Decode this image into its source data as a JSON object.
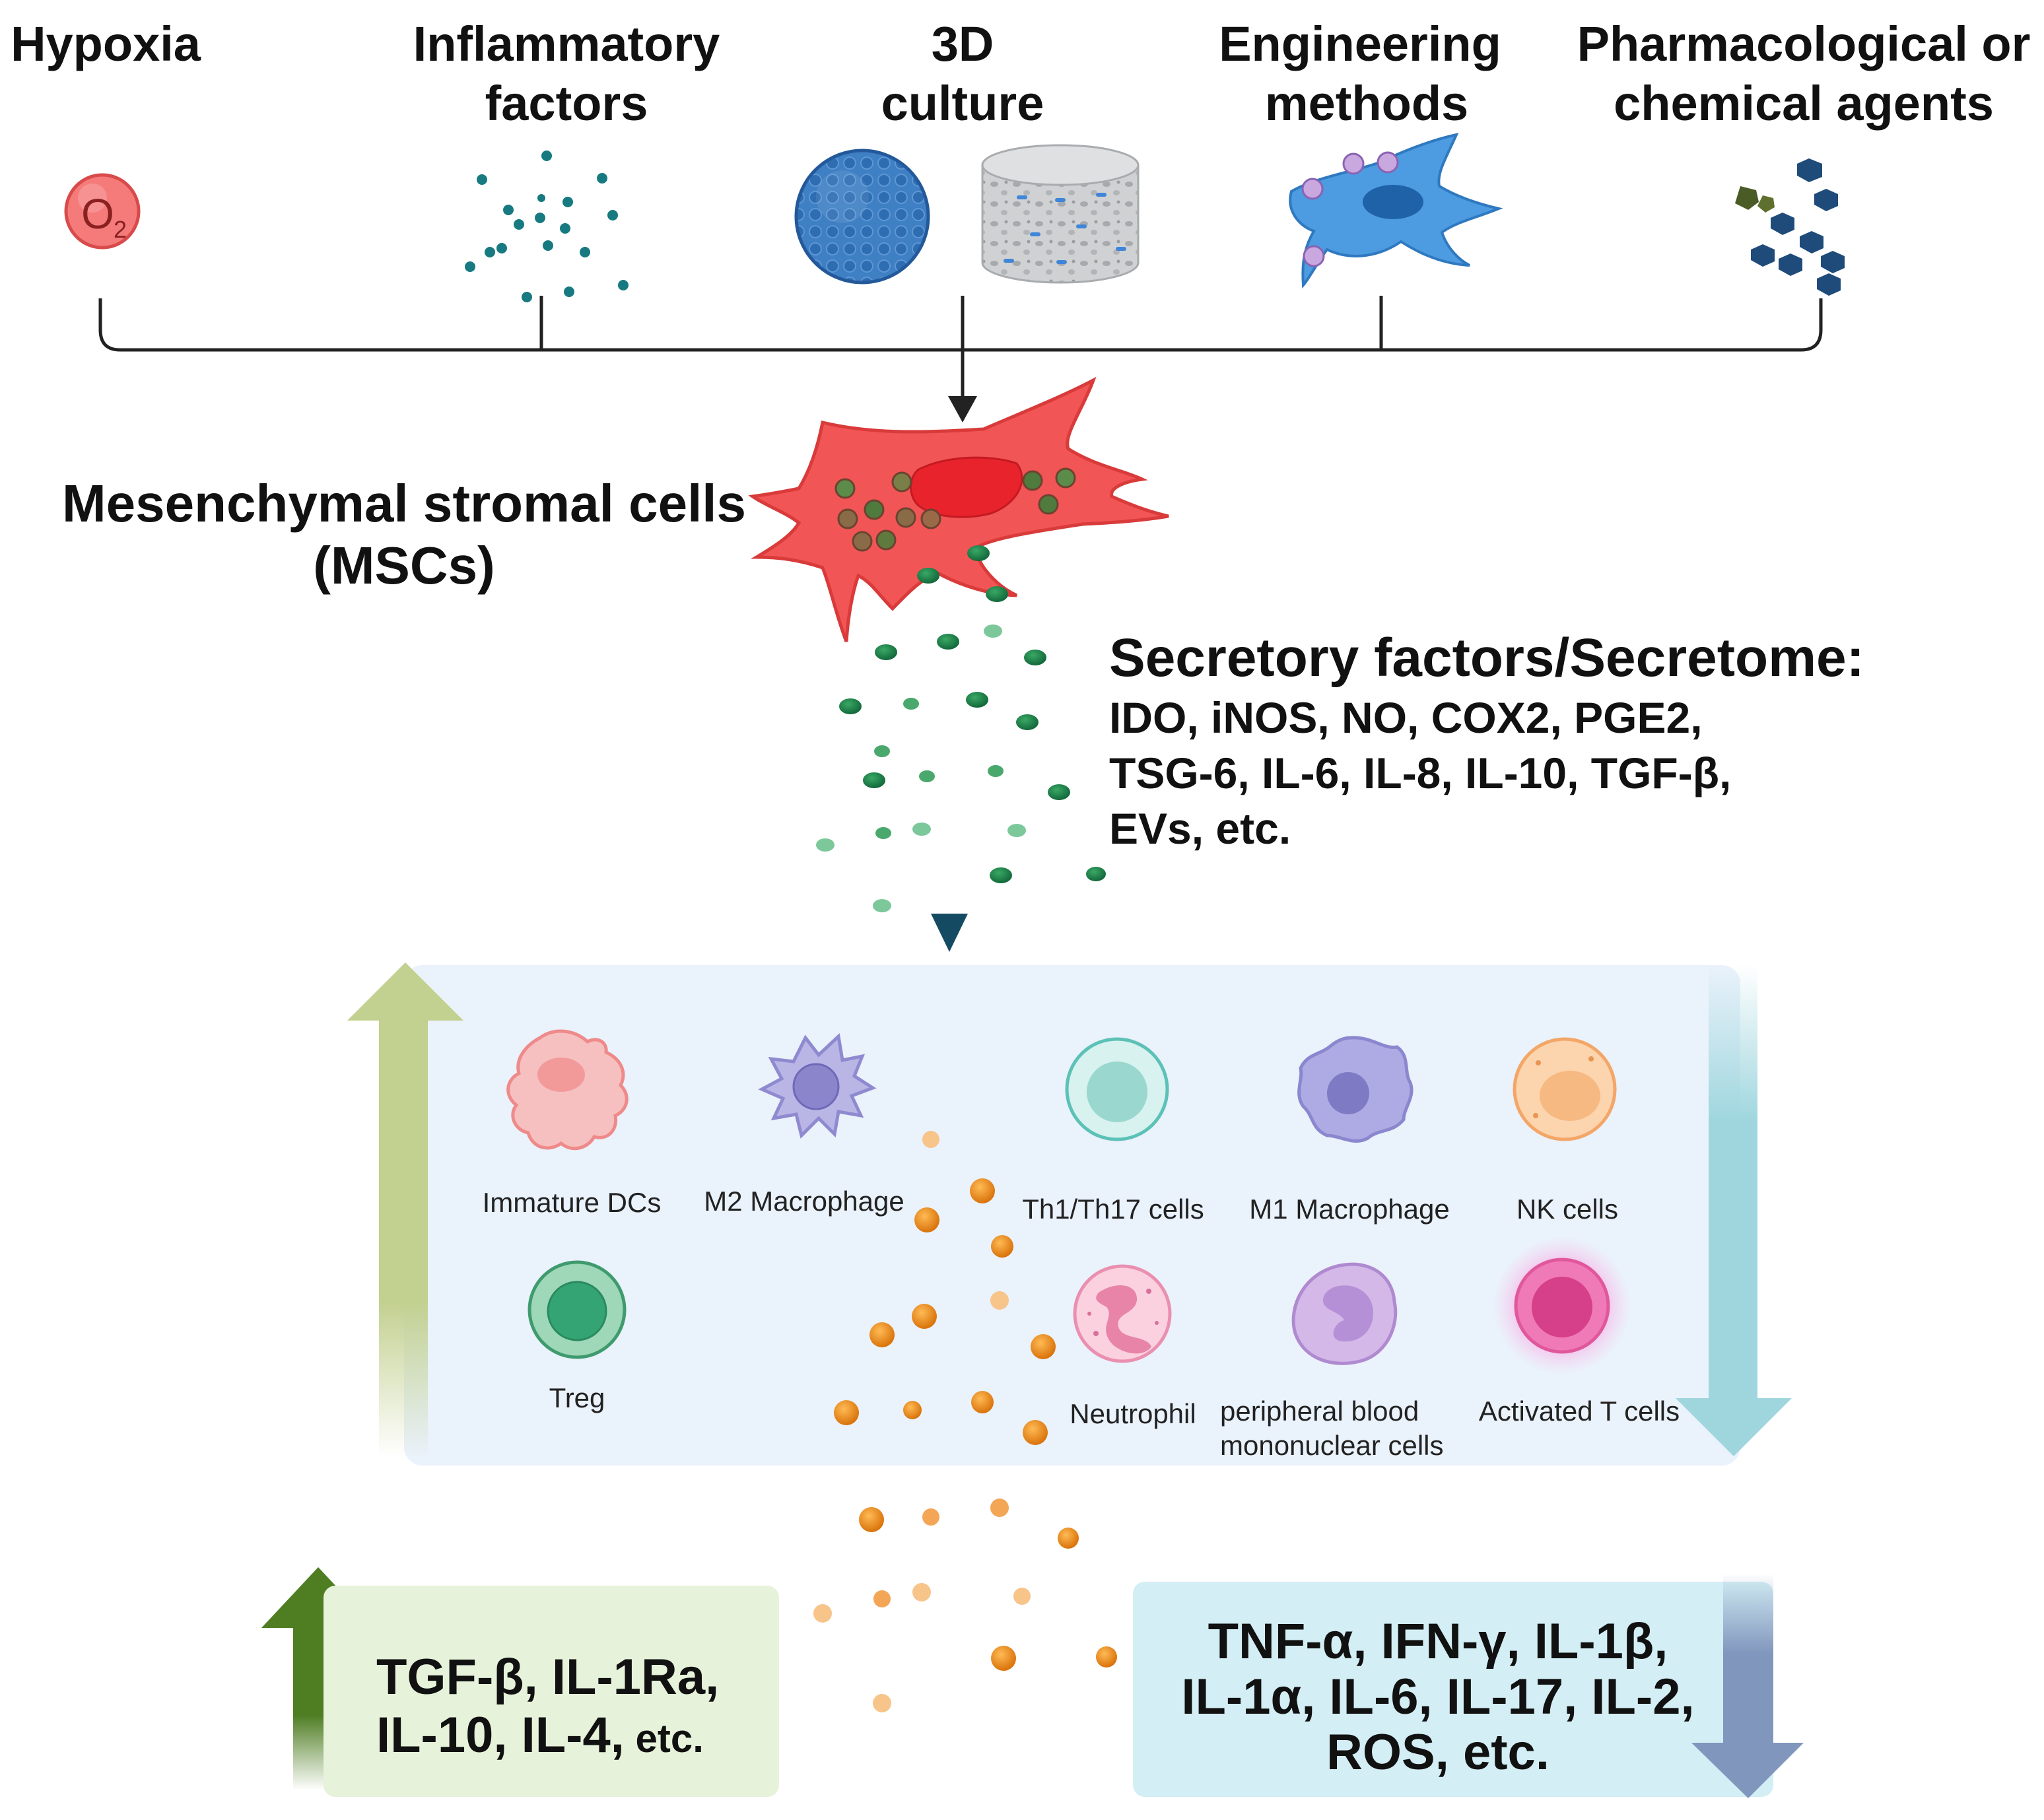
{
  "factors": [
    {
      "lines": [
        "Hypoxia"
      ],
      "icon": "oxygen-icon"
    },
    {
      "lines": [
        "Inflammatory",
        "factors"
      ],
      "icon": "inflammatory-dots-icon"
    },
    {
      "lines": [
        "3D",
        "culture"
      ],
      "icon": "spheroid-scaffold-icon"
    },
    {
      "lines": [
        "Engineering",
        "methods"
      ],
      "icon": "engineered-cell-icon"
    },
    {
      "lines": [
        "Pharmacological or",
        "chemical agents"
      ],
      "icon": "chemical-molecules-icon"
    }
  ],
  "oxygen": {
    "symbol": "O",
    "subscript": "2"
  },
  "msc": {
    "lines": [
      "Mesenchymal stromal cells",
      "(MSCs)"
    ]
  },
  "secretome": {
    "title": "Secretory factors/Secretome:",
    "lines": [
      "IDO, iNOS, NO, COX2, PGE2,",
      "TSG-6, IL-6, IL-8, IL-10, TGF-β,",
      "EVs, etc."
    ]
  },
  "cells": {
    "immature_dcs": "Immature DCs",
    "m2_macrophage": "M2 Macrophage",
    "treg": "Treg",
    "th1_th17": "Th1/Th17 cells",
    "m1_macrophage": "M1 Macrophage",
    "nk_cells": "NK cells",
    "neutrophil": "Neutrophil",
    "pbmc": [
      "peripheral blood",
      "mononuclear cells"
    ],
    "activated_t": "Activated T cells"
  },
  "cytokines_up": {
    "line1": "TGF-β, IL-1Ra,",
    "line2_main": "IL-10, IL-4,",
    "line2_small": " etc."
  },
  "cytokines_down": {
    "lines": [
      "TNF-α, IFN-γ, IL-1β,",
      "IL-1α, IL-6, IL-17, IL-2,",
      "ROS, etc."
    ]
  },
  "colors": {
    "msc_red": "#f25555",
    "secretome_green": "#1f7a3f",
    "orange_particle": "#e8850f",
    "panel_blue": "#eaf2fb",
    "up_arrow_light": "#c2d090",
    "down_arrow_light": "#9fd6de",
    "up_arrow_dark": "#4e7d22",
    "down_arrow_dark": "#8096bd",
    "up_box": "#e6f2da",
    "down_box": "#d3eef4"
  }
}
